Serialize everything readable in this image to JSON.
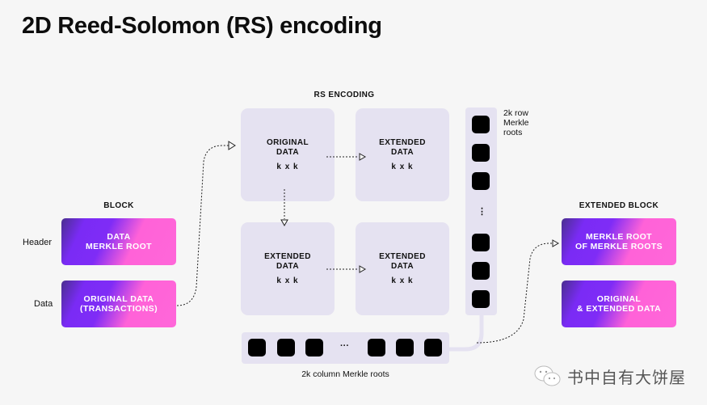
{
  "title": "2D Reed-Solomon (RS) encoding",
  "block": {
    "label": "BLOCK",
    "rows": [
      {
        "side_label": "Header",
        "box_text": "DATA\nMERKLE ROOT"
      },
      {
        "side_label": "Data",
        "box_text": "ORIGINAL DATA\n(TRANSACTIONS)"
      }
    ]
  },
  "rs_encoding": {
    "label": "RS ENCODING",
    "quadrants": [
      {
        "name": "ORIGINAL\nDATA",
        "dim": "k x k"
      },
      {
        "name": "EXTENDED\nDATA",
        "dim": "k x k"
      },
      {
        "name": "EXTENDED\nDATA",
        "dim": "k x k"
      },
      {
        "name": "EXTENDED\nDATA",
        "dim": "k x k"
      }
    ]
  },
  "row_roots": {
    "label": "2k row\nMerkle\nroots",
    "ellipsis": "⋮"
  },
  "column_roots": {
    "label": "2k column Merkle roots",
    "ellipsis": "···"
  },
  "extended_block": {
    "label": "EXTENDED BLOCK",
    "boxes": [
      {
        "box_text": "MERKLE ROOT\nOF MERKLE ROOTS"
      },
      {
        "box_text": "ORIGINAL\n& EXTENDED DATA"
      }
    ]
  },
  "watermark": {
    "icon": "wechat-icon",
    "text": "书中自有大饼屋"
  },
  "colors": {
    "gradient_start": "#7a2bf5",
    "gradient_end": "#ff67d9",
    "panel": "#e5e2f1",
    "background": "#f6f6f6"
  }
}
